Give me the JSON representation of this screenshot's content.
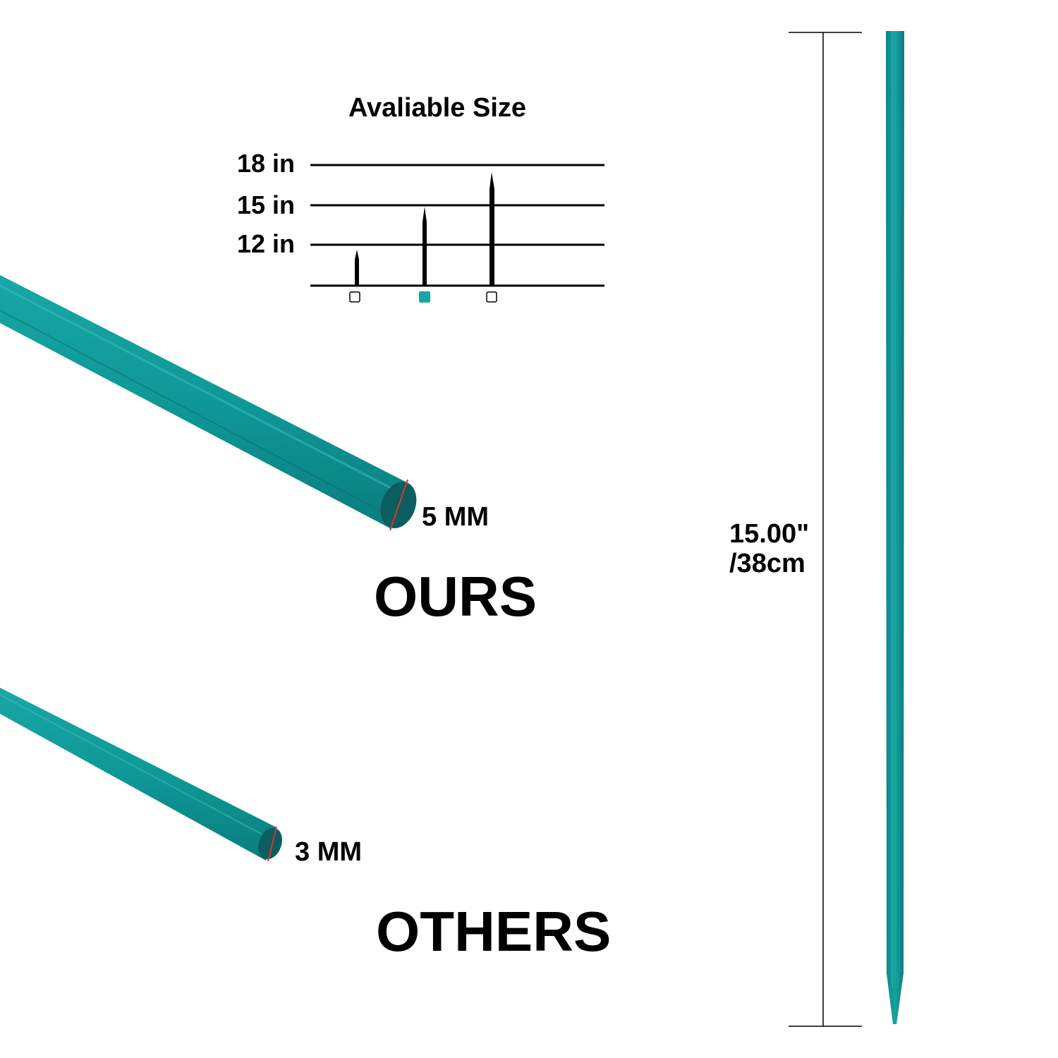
{
  "size_chart": {
    "title": "Avaliable Size",
    "levels": [
      {
        "label": "18 in"
      },
      {
        "label": "15 in"
      },
      {
        "label": "12 in"
      }
    ],
    "options": [
      {
        "size": "12 in",
        "selected": false
      },
      {
        "size": "15 in",
        "selected": true
      },
      {
        "size": "18 in",
        "selected": false
      }
    ]
  },
  "comparison": {
    "ours": {
      "label": "OURS",
      "diameter": "5 MM"
    },
    "others": {
      "label": "OTHERS",
      "diameter": "3 MM"
    }
  },
  "measurement": {
    "length_inches": "15.00\"",
    "length_cm": "/38cm"
  },
  "colors": {
    "stick": "#0f9b9b",
    "stick_dark": "#0b6f70",
    "selected": "#1aa6a6",
    "marker": "#e0332e"
  }
}
